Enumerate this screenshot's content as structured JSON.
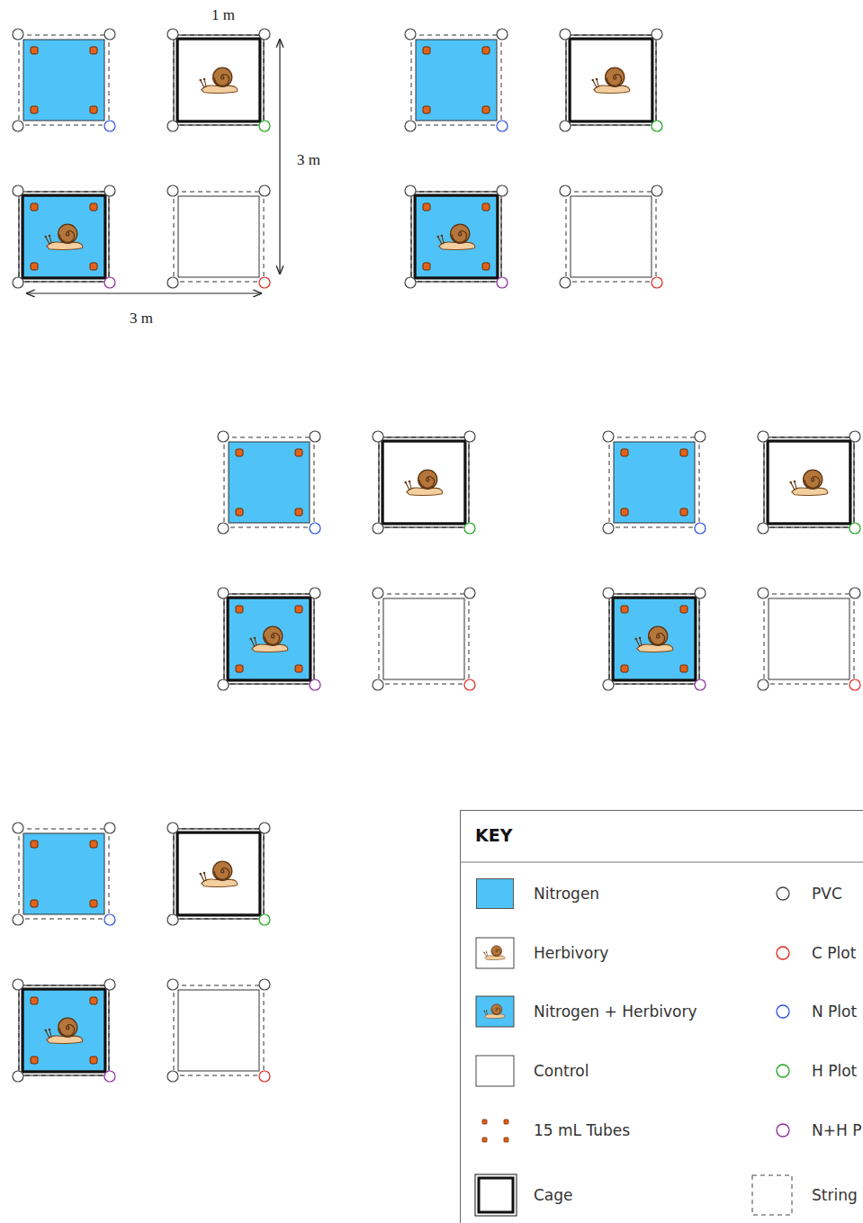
{
  "diagram": {
    "nodes": [
      {
        "text": [
          "KEY"
        ]
      }
    ],
    "labels": [
      "1 m",
      "3 m",
      "3 m"
    ],
    "legend": [
      {
        "text": "Nitrogen",
        "color": "#4fc3f7"
      },
      {
        "text": "Herbivory"
      },
      {
        "text": "Nitrogen + Herbivory"
      },
      {
        "text": "Control"
      },
      {
        "text": "15 mL Tubes"
      },
      {
        "text": "Cage"
      },
      {
        "text": "PVC"
      },
      {
        "text": "C Plot"
      },
      {
        "text": "N Plot"
      },
      {
        "text": "H Plot"
      },
      {
        "text": "N+H P"
      },
      {
        "text": "String"
      }
    ]
  }
}
